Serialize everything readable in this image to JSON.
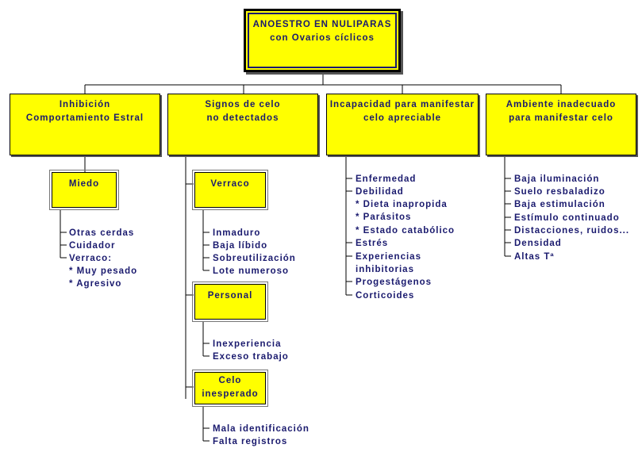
{
  "root": {
    "line1": "ANOESTRO EN NULIPARAS",
    "line2": "con Ovarios cíclicos"
  },
  "categories": [
    {
      "line1": "Inhibición",
      "line2": "Comportamiento Estral"
    },
    {
      "line1": "Signos de celo",
      "line2": "no detectados"
    },
    {
      "line1": "Incapacidad para manifestar",
      "line2": "celo apreciable"
    },
    {
      "line1": "Ambiente inadecuado",
      "line2": "para manifestar celo"
    }
  ],
  "miedo": {
    "title": "Miedo",
    "items": [
      "Otras cerdas",
      "Cuidador",
      "Verraco:",
      "* Muy pesado",
      "* Agresivo"
    ]
  },
  "verraco": {
    "title": "Verraco",
    "items": [
      "Inmaduro",
      "Baja líbido",
      "Sobreutilización",
      "Lote numeroso"
    ]
  },
  "personal": {
    "title": "Personal",
    "items": [
      "Inexperiencia",
      "Exceso trabajo"
    ]
  },
  "celo": {
    "line1": "Celo",
    "line2": "inesperado",
    "items": [
      "Mala identificación",
      "Falta registros"
    ]
  },
  "incapacidad_items": [
    "Enfermedad",
    "Debilidad",
    "* Dieta inapropida",
    "* Parásitos",
    "* Estado catabólico",
    "Estrés",
    "Experiencias",
    "inhibitorias",
    "Progestágenos",
    "Corticoides"
  ],
  "ambiente_items": [
    "Baja iluminación",
    "Suelo resbaladizo",
    "Baja estimulación",
    "Estímulo continuado",
    "Distacciones, ruidos...",
    "Densidad",
    "Altas Tª"
  ]
}
